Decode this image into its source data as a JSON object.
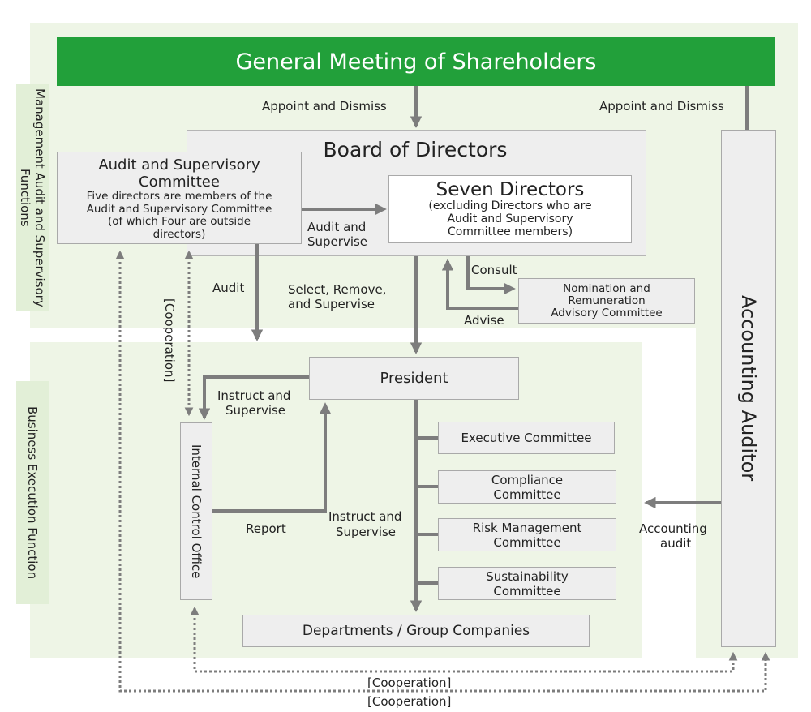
{
  "header": {
    "title": "General Meeting of Shareholders"
  },
  "side_labels": {
    "management": "Management Audit and Supervisory Functions",
    "business": "Business Execution Function"
  },
  "board": {
    "title": "Board of Directors"
  },
  "audit_committee": {
    "title_line1": "Audit and Supervisory",
    "title_line2": "Committee",
    "desc_line1": "Five directors are members of the",
    "desc_line2": "Audit and Supervisory Committee",
    "desc_line3": "(of which Four are outside",
    "desc_line4": "directors)"
  },
  "seven_directors": {
    "title": "Seven Directors",
    "desc_line1": "(excluding Directors who are",
    "desc_line2": "Audit and Supervisory",
    "desc_line3": "Committee members)"
  },
  "nomination": {
    "line1": "Nomination and",
    "line2": "Remuneration",
    "line3": "Advisory Committee"
  },
  "accounting_auditor": {
    "title": "Accounting Auditor"
  },
  "president": {
    "title": "President"
  },
  "internal_control": {
    "title": "Internal Control Office"
  },
  "committees": {
    "executive": {
      "line1": "Executive Committee"
    },
    "compliance": {
      "line1": "Compliance",
      "line2": "Committee"
    },
    "risk": {
      "line1": "Risk Management",
      "line2": "Committee"
    },
    "sustainability": {
      "line1": "Sustainability",
      "line2": "Committee"
    }
  },
  "departments": {
    "title": "Departments / Group Companies"
  },
  "labels": {
    "appoint_left": "Appoint and Dismiss",
    "appoint_right": "Appoint and Dismiss",
    "audit_supervise_1": "Audit and",
    "audit_supervise_2": "Supervise",
    "consult": "Consult",
    "advise": "Advise",
    "audit": "Audit",
    "select_1": "Select,  Remove,",
    "select_2": "and Supervise",
    "cooperation_vertical": "[Cooperation]",
    "instruct_top_1": "Instruct and",
    "instruct_top_2": "Supervise",
    "report": "Report",
    "instruct_mid_1": "Instruct and",
    "instruct_mid_2": "Supervise",
    "accounting_audit_1": "Accounting",
    "accounting_audit_2": "audit",
    "cooperation_1": "[Cooperation]",
    "cooperation_2": "[Cooperation]"
  },
  "colors": {
    "header_green": "#22a03a",
    "zone_green": "#eef5e6",
    "side_green": "#e2efd7",
    "arrow_gray": "#7d7d7d",
    "box_gray": "#eeeeee"
  }
}
